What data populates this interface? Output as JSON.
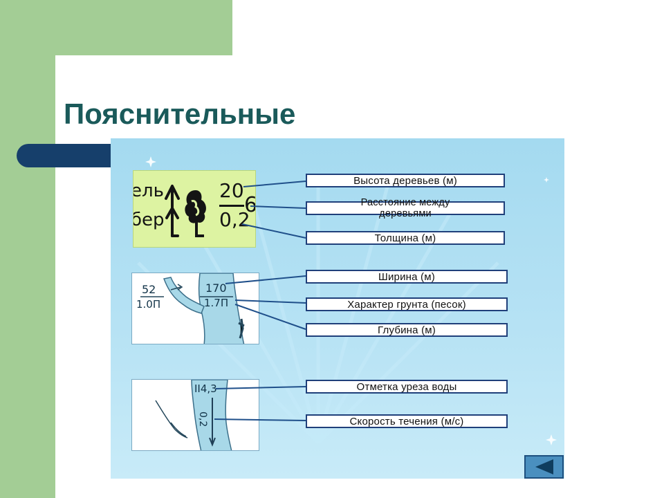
{
  "slide": {
    "title": "Пояснительные"
  },
  "labels": {
    "tree_height": "Высота деревьев (м)",
    "tree_distance": "Расстояние между\nдеревьями",
    "thickness": "Толщина  (м)",
    "width": "Ширина (м)",
    "soil": "Характер грунта (песок)",
    "depth": "Глубина (м)",
    "water_mark": "Отметка уреза воды",
    "flow_speed": "Скорость течения (м/с)"
  },
  "map_forest": {
    "word_top": "ель",
    "word_bottom": "бер",
    "numerator": "20",
    "denominator": "0,2",
    "spacing": "6"
  },
  "map_river": {
    "left_num": "52",
    "left_den": "1.0П",
    "width_value": "170",
    "depth_soil": "1.7П"
  },
  "map_water": {
    "elevation": "II4,3",
    "speed": "0,2"
  },
  "colors": {
    "accent_green": "#a3cd95",
    "navy": "#163f6b",
    "title": "#1a5a5a",
    "panel": "#a4daf0",
    "forest_map_bg": "#ddf3a2",
    "river": "#a8d8e8"
  },
  "nav": {
    "icon": "back-arrow-icon"
  }
}
